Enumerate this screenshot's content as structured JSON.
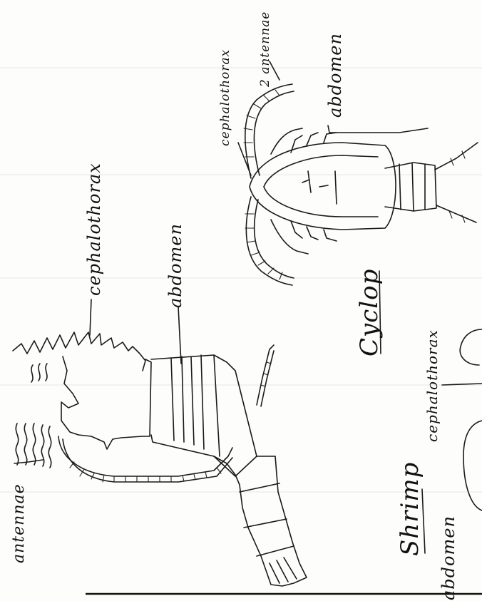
{
  "shrimp_drawing": {
    "labels": {
      "antennae": "antennae",
      "cephalothorax": "cephalothorax",
      "abdomen": "abdomen"
    }
  },
  "cyclop_drawing": {
    "title": "Cyclop",
    "labels": {
      "cephalothorax": "cephalothorax",
      "antennae": "2 antennae",
      "abdomen": "abdomen"
    }
  },
  "lower_drawing": {
    "title": "Shrimp",
    "labels": {
      "cephalothorax": "cephalothorax",
      "abdomen": "abdomen"
    }
  }
}
